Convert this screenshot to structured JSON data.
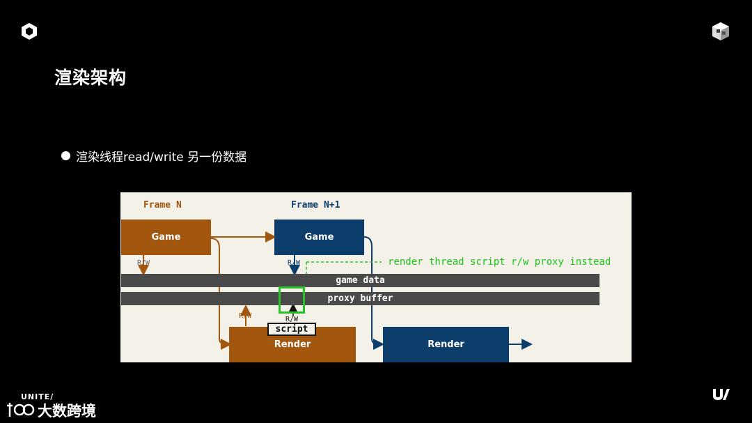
{
  "slide": {
    "title": "渲染架构",
    "bullet": "渲染线程read/write 另一份数据"
  },
  "diagram": {
    "frame_n": "Frame N",
    "frame_n1": "Frame N+1",
    "game_n": "Game",
    "game_n1": "Game",
    "render_n": "Render",
    "render_n1": "Render",
    "bar_game_data": "game data",
    "bar_proxy_buffer": "proxy buffer",
    "rw_1": "R/W",
    "rw_2": "R/W",
    "rw_3": "R/W",
    "rw_4": "R/W",
    "script": "script",
    "note": "render thread script r/w proxy instead"
  },
  "footer": {
    "unite": "UNITE/",
    "brand": "大数跨境"
  },
  "colors": {
    "orange": "#a3560e",
    "blue": "#0c3d6b",
    "green": "#26c226",
    "bar": "#4a4a4a"
  }
}
